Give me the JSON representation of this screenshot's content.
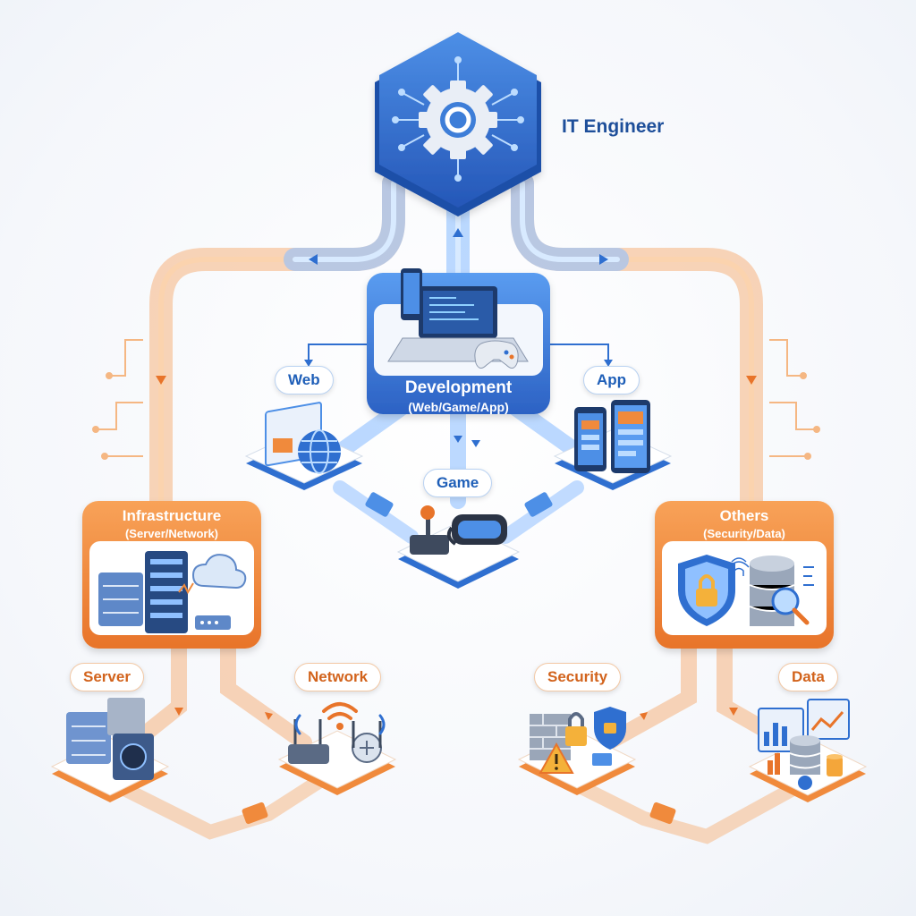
{
  "root": {
    "label": "IT Engineer"
  },
  "development": {
    "title": "Development",
    "subtitle": "(Web/Game/App)"
  },
  "infrastructure": {
    "title": "Infrastructure",
    "subtitle": "(Server/Network)"
  },
  "others": {
    "title": "Others",
    "subtitle": "(Security/Data)"
  },
  "nodes": {
    "web": "Web",
    "app": "App",
    "game": "Game",
    "server": "Server",
    "network": "Network",
    "security": "Security",
    "data": "Data"
  },
  "colors": {
    "blue": "#2f6fd0",
    "blue_light": "#8fc0ff",
    "orange": "#f08a3c",
    "orange_light": "#ffc894"
  }
}
